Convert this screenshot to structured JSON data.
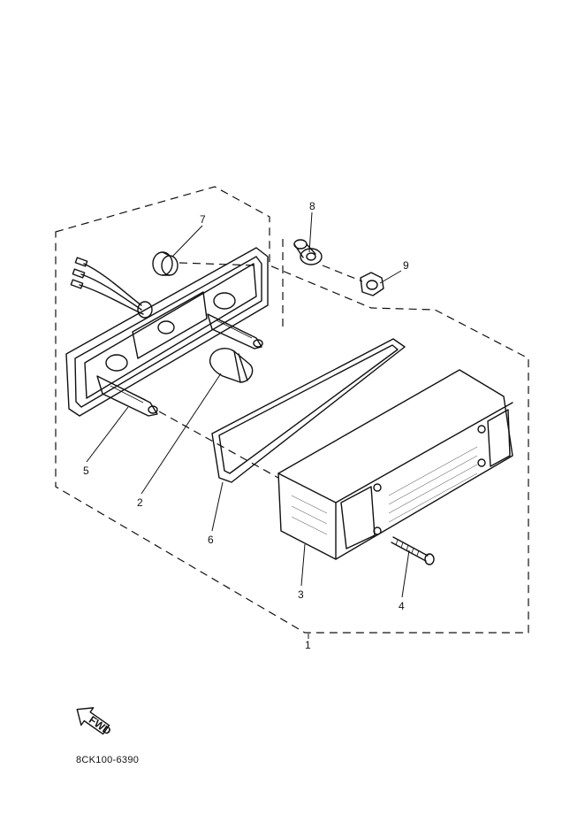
{
  "callouts": {
    "c1": "1",
    "c2": "2",
    "c3": "3",
    "c4": "4",
    "c5": "5",
    "c6": "6",
    "c7": "7",
    "c8": "8",
    "c9": "9"
  },
  "fwd_label": "FWD",
  "catalog_code": "8CK100-6390",
  "colors": {
    "line": "#111111",
    "background": "#ffffff"
  }
}
